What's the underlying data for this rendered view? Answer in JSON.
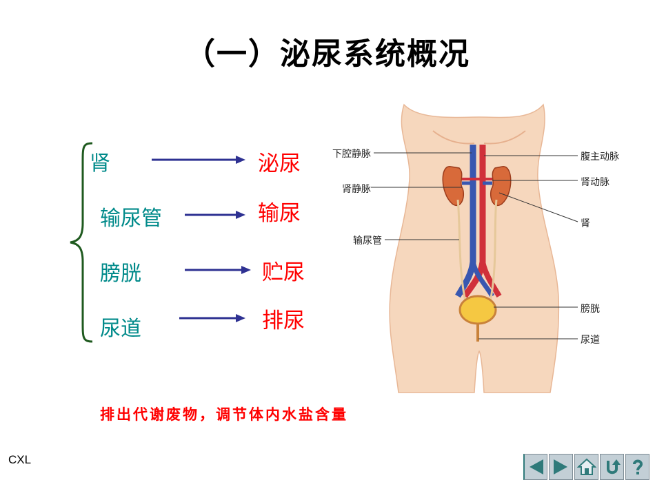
{
  "title": "（一）泌尿系统概况",
  "organs": [
    {
      "name": "肾",
      "function": "泌尿"
    },
    {
      "name": "输尿管",
      "function": "输尿"
    },
    {
      "name": "膀胱",
      "function": "贮尿"
    },
    {
      "name": "尿道",
      "function": "排尿"
    }
  ],
  "summary": "排出代谢废物，调节体内水盐含量",
  "author": "CXL",
  "figure_labels": {
    "ivc": "下腔静脉",
    "renal_vein": "肾静脉",
    "ureter": "输尿管",
    "aorta": "腹主动脉",
    "renal_artery": "肾动脉",
    "kidney": "肾",
    "bladder": "膀胱",
    "urethra": "尿道"
  },
  "nav_buttons": [
    "prev-icon",
    "next-icon",
    "home-icon",
    "return-icon",
    "help-icon"
  ],
  "colors": {
    "organ_text": "#008a8a",
    "function_text": "#ff0000",
    "arrow": "#2e3192",
    "brace": "#1f5a1f"
  }
}
